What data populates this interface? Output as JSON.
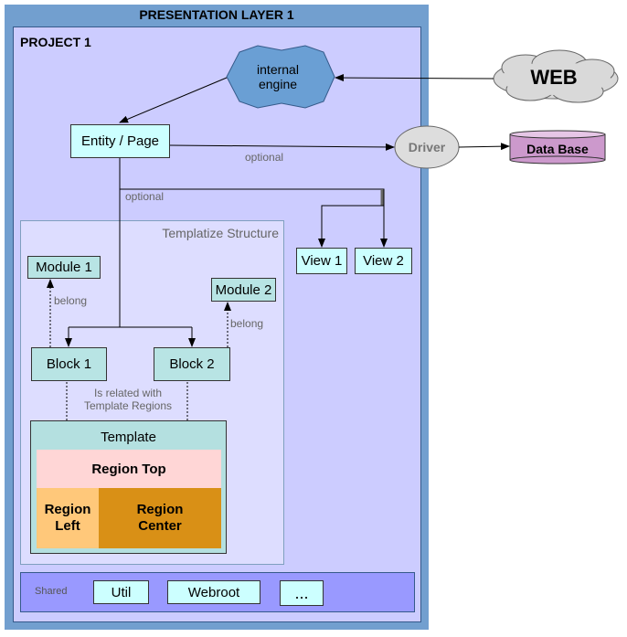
{
  "layer_title": "PRESENTATION LAYER 1",
  "project_title": "PROJECT 1",
  "engine_label": "internal\nengine",
  "web_label": "WEB",
  "entity_label": "Entity / Page",
  "driver_label": "Driver",
  "database_label": "Data Base",
  "optional_label_1": "optional",
  "optional_label_2": "optional",
  "view1_label": "View 1",
  "view2_label": "View 2",
  "templatize_title": "Templatize Structure",
  "module1_label": "Module 1",
  "module2_label": "Module 2",
  "belong_label_1": "belong",
  "belong_label_2": "belong",
  "block1_label": "Block 1",
  "block2_label": "Block 2",
  "related_label": "Is related with\nTemplate Regions",
  "template_title": "Template",
  "region_top_label": "Region Top",
  "region_left_label": "Region\nLeft",
  "region_center_label": "Region\nCenter",
  "shared_label": "Shared",
  "shared_items": [
    "Util",
    "Webroot",
    "..."
  ],
  "colors": {
    "layer": "#729fcf",
    "project": "#ccccff",
    "templatize": "#ddddff",
    "cyan_box": "#ccffff",
    "teal_box": "#b8e4e4",
    "engine": "#6a9fd4",
    "cloud": "#d9d9d9",
    "driver": "#dddddd",
    "database": "#cc99cc",
    "region_top": "#ffd6d6",
    "region_left": "#ffc87a",
    "region_center": "#d99016",
    "shared_bar": "#9999ff"
  }
}
